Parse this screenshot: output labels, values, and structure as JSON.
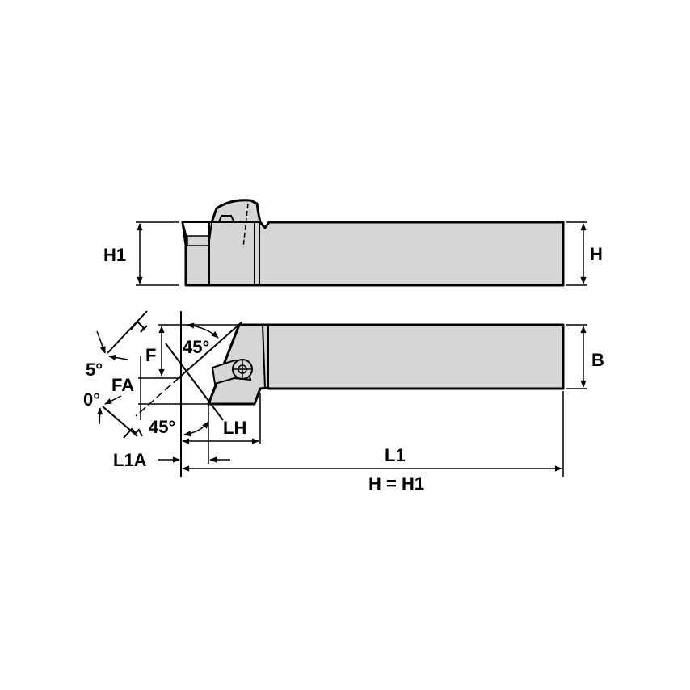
{
  "diagram": {
    "type": "technical-drawing",
    "subject": "tool holder with insert (side and top views)",
    "colors": {
      "body": "#d6d6d6",
      "line": "#000000",
      "background": "#ffffff"
    },
    "side_view": {
      "labels": {
        "h1": "H1",
        "h": "H"
      }
    },
    "top_view": {
      "labels": {
        "b": "B",
        "f": "F",
        "fa": "FA",
        "angle_top": "45°",
        "angle_bottom": "45°",
        "angle_5": "5°",
        "angle_0": "0°",
        "lh": "LH",
        "l1a": "L1A",
        "l1": "L1"
      }
    },
    "note": "H = H1"
  }
}
